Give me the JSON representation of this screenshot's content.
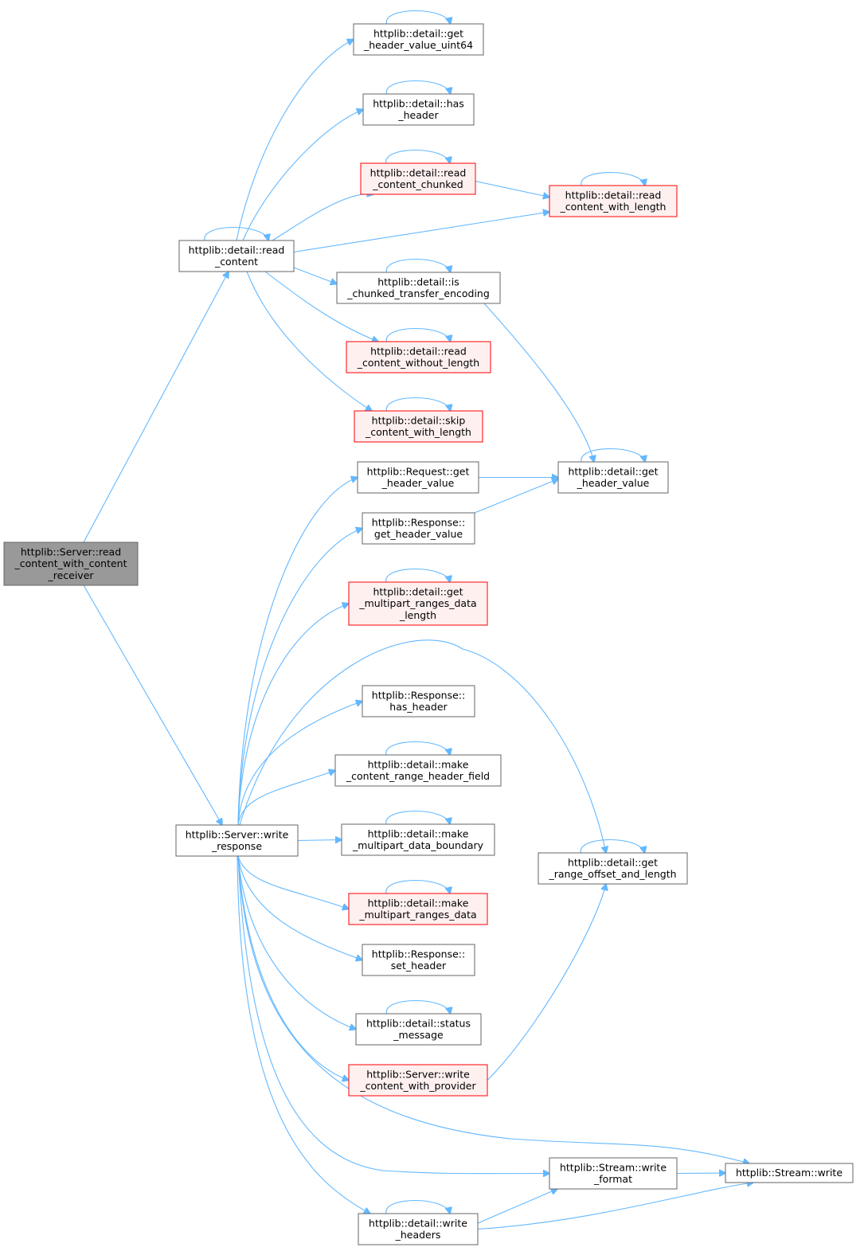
{
  "graph": {
    "edge_color": "#63b8ff",
    "node_styles": {
      "plain": {
        "fill": "#ffffff",
        "border": "#666666"
      },
      "highlighted": {
        "fill": "#fff0f0",
        "border": "#ff0000"
      },
      "root": {
        "fill": "#999999",
        "border": "#666666"
      }
    },
    "nodes": {
      "root": {
        "lines": [
          "httplib::Server::read",
          "_content_with_content",
          "_receiver"
        ],
        "style": "root"
      },
      "read_content": {
        "lines": [
          "httplib::detail::read",
          "_content"
        ],
        "style": "plain"
      },
      "write_response": {
        "lines": [
          "httplib::Server::write",
          "_response"
        ],
        "style": "plain"
      },
      "get_header_value_uint64": {
        "lines": [
          "httplib::detail::get",
          "_header_value_uint64"
        ],
        "style": "plain"
      },
      "has_header_detail": {
        "lines": [
          "httplib::detail::has",
          "_header"
        ],
        "style": "plain"
      },
      "read_content_chunked": {
        "lines": [
          "httplib::detail::read",
          "_content_chunked"
        ],
        "style": "highlighted"
      },
      "read_content_with_length": {
        "lines": [
          "httplib::detail::read",
          "_content_with_length"
        ],
        "style": "highlighted"
      },
      "is_chunked": {
        "lines": [
          "httplib::detail::is",
          "_chunked_transfer_encoding"
        ],
        "style": "plain"
      },
      "read_content_without_length": {
        "lines": [
          "httplib::detail::read",
          "_content_without_length"
        ],
        "style": "highlighted"
      },
      "skip_content_with_length": {
        "lines": [
          "httplib::detail::skip",
          "_content_with_length"
        ],
        "style": "highlighted"
      },
      "request_get_header_value": {
        "lines": [
          "httplib::Request::get",
          "_header_value"
        ],
        "style": "plain"
      },
      "detail_get_header_value": {
        "lines": [
          "httplib::detail::get",
          "_header_value"
        ],
        "style": "plain"
      },
      "response_get_header_value": {
        "lines": [
          "httplib::Response::",
          "get_header_value"
        ],
        "style": "plain"
      },
      "get_multipart_ranges_data_length": {
        "lines": [
          "httplib::detail::get",
          "_multipart_ranges_data",
          "_length"
        ],
        "style": "highlighted"
      },
      "response_has_header": {
        "lines": [
          "httplib::Response::",
          "has_header"
        ],
        "style": "plain"
      },
      "make_content_range_header_field": {
        "lines": [
          "httplib::detail::make",
          "_content_range_header_field"
        ],
        "style": "plain"
      },
      "make_multipart_data_boundary": {
        "lines": [
          "httplib::detail::make",
          "_multipart_data_boundary"
        ],
        "style": "plain"
      },
      "get_range_offset_and_length": {
        "lines": [
          "httplib::detail::get",
          "_range_offset_and_length"
        ],
        "style": "plain"
      },
      "make_multipart_ranges_data": {
        "lines": [
          "httplib::detail::make",
          "_multipart_ranges_data"
        ],
        "style": "highlighted"
      },
      "response_set_header": {
        "lines": [
          "httplib::Response::",
          "set_header"
        ],
        "style": "plain"
      },
      "status_message": {
        "lines": [
          "httplib::detail::status",
          "_message"
        ],
        "style": "plain"
      },
      "write_content_with_provider": {
        "lines": [
          "httplib::Server::write",
          "_content_with_provider"
        ],
        "style": "highlighted"
      },
      "stream_write_format": {
        "lines": [
          "httplib::Stream::write",
          "_format"
        ],
        "style": "plain"
      },
      "stream_write": {
        "lines": [
          "httplib::Stream::write"
        ],
        "style": "plain"
      },
      "write_headers": {
        "lines": [
          "httplib::detail::write",
          "_headers"
        ],
        "style": "plain"
      }
    },
    "edges": [
      [
        "root",
        "read_content"
      ],
      [
        "root",
        "write_response"
      ],
      [
        "read_content",
        "read_content"
      ],
      [
        "read_content",
        "get_header_value_uint64"
      ],
      [
        "read_content",
        "has_header_detail"
      ],
      [
        "read_content",
        "read_content_chunked"
      ],
      [
        "read_content",
        "read_content_with_length"
      ],
      [
        "read_content",
        "is_chunked"
      ],
      [
        "read_content",
        "read_content_without_length"
      ],
      [
        "read_content",
        "skip_content_with_length"
      ],
      [
        "get_header_value_uint64",
        "get_header_value_uint64"
      ],
      [
        "has_header_detail",
        "has_header_detail"
      ],
      [
        "read_content_chunked",
        "read_content_chunked"
      ],
      [
        "read_content_chunked",
        "read_content_with_length"
      ],
      [
        "read_content_with_length",
        "read_content_with_length"
      ],
      [
        "is_chunked",
        "is_chunked"
      ],
      [
        "is_chunked",
        "detail_get_header_value"
      ],
      [
        "read_content_without_length",
        "read_content_without_length"
      ],
      [
        "skip_content_with_length",
        "skip_content_with_length"
      ],
      [
        "detail_get_header_value",
        "detail_get_header_value"
      ],
      [
        "request_get_header_value",
        "detail_get_header_value"
      ],
      [
        "response_get_header_value",
        "detail_get_header_value"
      ],
      [
        "get_multipart_ranges_data_length",
        "get_multipart_ranges_data_length"
      ],
      [
        "make_content_range_header_field",
        "make_content_range_header_field"
      ],
      [
        "make_multipart_data_boundary",
        "make_multipart_data_boundary"
      ],
      [
        "make_multipart_ranges_data",
        "make_multipart_ranges_data"
      ],
      [
        "status_message",
        "status_message"
      ],
      [
        "get_range_offset_and_length",
        "get_range_offset_and_length"
      ],
      [
        "write_headers",
        "write_headers"
      ],
      [
        "write_response",
        "request_get_header_value"
      ],
      [
        "write_response",
        "response_get_header_value"
      ],
      [
        "write_response",
        "get_multipart_ranges_data_length"
      ],
      [
        "write_response",
        "get_range_offset_and_length"
      ],
      [
        "write_response",
        "response_has_header"
      ],
      [
        "write_response",
        "make_content_range_header_field"
      ],
      [
        "write_response",
        "make_multipart_data_boundary"
      ],
      [
        "write_response",
        "make_multipart_ranges_data"
      ],
      [
        "write_response",
        "response_set_header"
      ],
      [
        "write_response",
        "status_message"
      ],
      [
        "write_response",
        "write_content_with_provider"
      ],
      [
        "write_response",
        "stream_write"
      ],
      [
        "write_response",
        "stream_write_format"
      ],
      [
        "write_response",
        "write_headers"
      ],
      [
        "write_content_with_provider",
        "get_range_offset_and_length"
      ],
      [
        "stream_write_format",
        "stream_write"
      ],
      [
        "write_headers",
        "stream_write_format"
      ],
      [
        "write_headers",
        "stream_write"
      ]
    ]
  }
}
